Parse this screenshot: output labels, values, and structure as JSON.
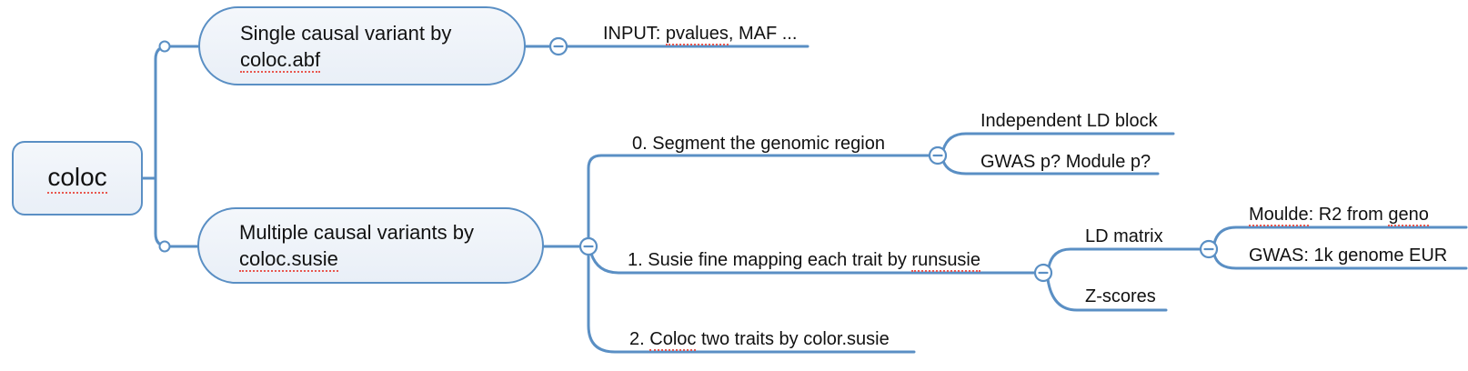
{
  "colors": {
    "line": "#5a8fc4",
    "node_fill_top": "#f4f7fb",
    "node_fill_bottom": "#e9eff7",
    "text": "#111111",
    "spellcheck_underline": "#e8574f"
  },
  "map": {
    "root": {
      "label": "coloc"
    },
    "single": {
      "line1": "Single causal variant by",
      "line2": "coloc.abf",
      "input": {
        "pre": "INPUT: ",
        "miss": "pvalues",
        "post": ", MAF ..."
      }
    },
    "multiple": {
      "line1": "Multiple causal variants by",
      "line2": "coloc.susie",
      "segment": {
        "label": "0. Segment the genomic region",
        "independent": "Independent LD block",
        "gwas_p": "GWAS p? Module p?"
      },
      "susie": {
        "pre": "1. Susie fine mapping each trait by ",
        "miss": "runsusie",
        "ld_matrix": {
          "label": "LD matrix",
          "moulde": {
            "miss": "Moulde",
            "mid": ": R2 from ",
            "miss2": "geno"
          },
          "gwas_eur": "GWAS: 1k genome EUR"
        },
        "z_scores": "Z-scores"
      },
      "coloc_two": {
        "pre": "2. ",
        "miss": "Coloc",
        "post": " two traits by color.susie"
      }
    }
  },
  "icons": {
    "collapse": "minus-icon",
    "junction": "junction-dot"
  }
}
